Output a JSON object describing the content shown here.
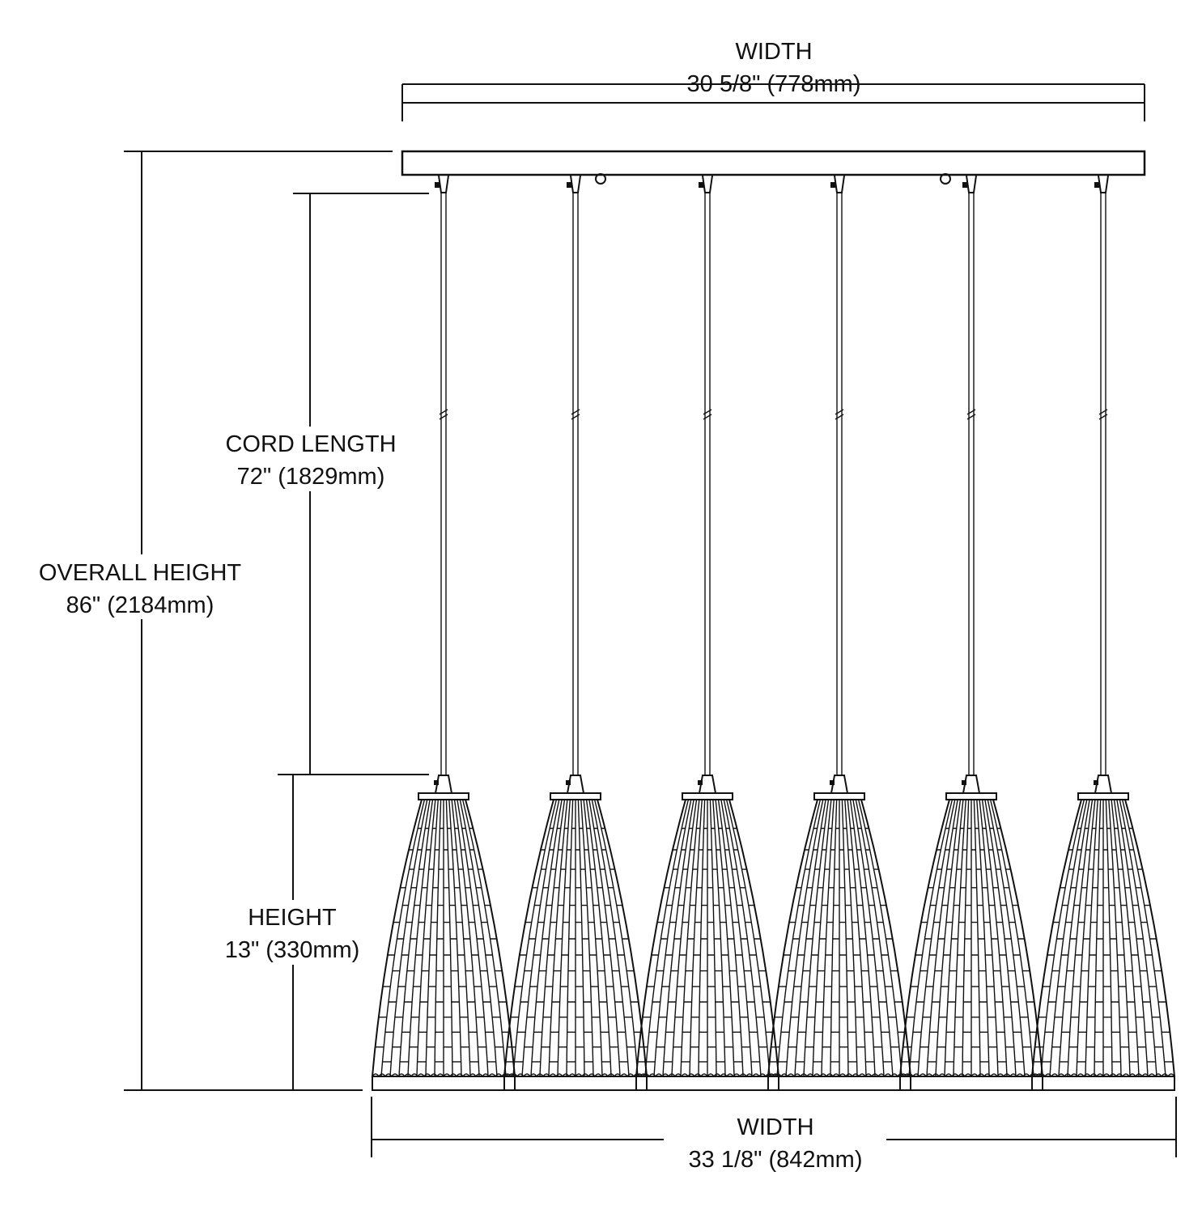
{
  "dimensions": {
    "top_width": {
      "title": "WIDTH",
      "value": "30 5/8\" (778mm)"
    },
    "bottom_width": {
      "title": "WIDTH",
      "value": "33 1/8\" (842mm)"
    },
    "overall_height": {
      "title": "OVERALL HEIGHT",
      "value": "86\" (2184mm)"
    },
    "cord_length": {
      "title": "CORD LENGTH",
      "value": "72\" (1829mm)"
    },
    "height": {
      "title": "HEIGHT",
      "value": "13\" (330mm)"
    }
  },
  "pendant_count": 6,
  "colors": {
    "line": "#111111",
    "background": "#ffffff"
  }
}
